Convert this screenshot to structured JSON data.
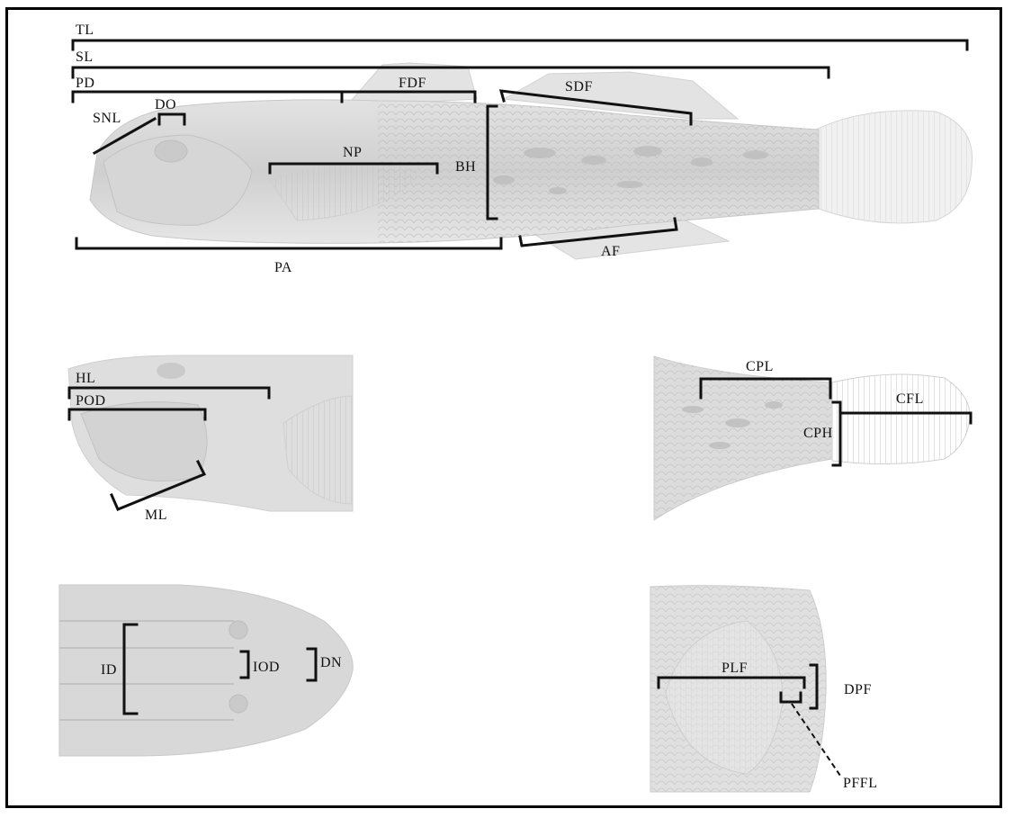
{
  "figure": {
    "views": [
      "lateral-body",
      "head-lateral",
      "caudal-region",
      "head-dorsal",
      "pectoral-pelvic-ventral"
    ],
    "measurement_labels": {
      "TL": "TL",
      "SL": "SL",
      "PD": "PD",
      "DO": "DO",
      "SNL": "SNL",
      "FDF": "FDF",
      "SDF": "SDF",
      "NP": "NP",
      "BH": "BH",
      "PA": "PA",
      "AF": "AF",
      "HL": "HL",
      "POD": "POD",
      "ML": "ML",
      "CPL": "CPL",
      "CFL": "CFL",
      "CPH": "CPH",
      "ID": "ID",
      "IOD": "IOD",
      "DN": "DN",
      "PLF": "PLF",
      "DPF": "DPF",
      "PFFL": "PFFL"
    }
  }
}
